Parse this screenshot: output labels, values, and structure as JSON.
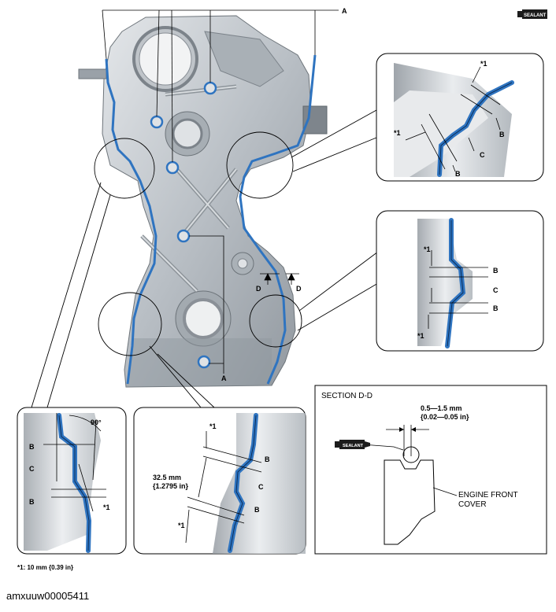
{
  "labels": {
    "a": "A",
    "b": "B",
    "c": "C",
    "d": "D",
    "star1": "*1"
  },
  "sealant_badge": "SEALANT",
  "section": {
    "title": "SECTION D-D",
    "dimension_mm": "0.5—1.5 mm",
    "dimension_in": "{0.02—0.05 in}",
    "part_line1": "ENGINE FRONT",
    "part_line2": "COVER"
  },
  "detail": {
    "angle": "90°",
    "length_mm": "32.5 mm",
    "length_in": "{1.2795 in}"
  },
  "footnote": "*1: 10 mm {0.39 in}",
  "image_id": "amxuuw00005411",
  "colors": {
    "bead": "#2f74c0",
    "metal": "#c9ced3",
    "metal_dark": "#9aa1a8",
    "outline": "#000000"
  }
}
